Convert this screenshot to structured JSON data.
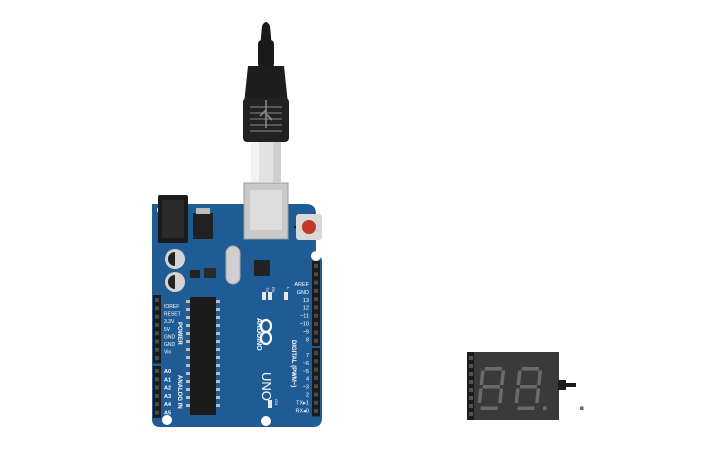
{
  "board": {
    "header_left": [
      "IOREF",
      "RESET",
      "3.3V",
      "5V",
      "GND",
      "GND",
      "Vin"
    ],
    "analog_pins": [
      "A0",
      "A1",
      "A2",
      "A3",
      "A4",
      "A5"
    ],
    "header_right_top": [
      "AREF",
      "GND",
      "13",
      "12",
      "~11",
      "~10",
      "~9",
      "8"
    ],
    "header_right_bottom": [
      "7",
      "~6",
      "~5",
      "4",
      "~3",
      "2",
      "TX▸1",
      "RX◂0"
    ],
    "power_label": "POWER",
    "analog_in_label": "ANALOG IN",
    "digital_label": "DIGITAL (PWM~)",
    "brand": "ARDUINO",
    "model": "UNO",
    "led_tx": "TX",
    "led_rx": "RX",
    "led_l": "L",
    "led_on": "ON"
  },
  "colors": {
    "board_blue": "#1f5c96",
    "cable_black": "#1a1a1a",
    "display_body": "#3a3a3a",
    "segment_off": "#6b6b6b"
  },
  "display": {
    "digits": [
      "8.",
      "8."
    ]
  }
}
